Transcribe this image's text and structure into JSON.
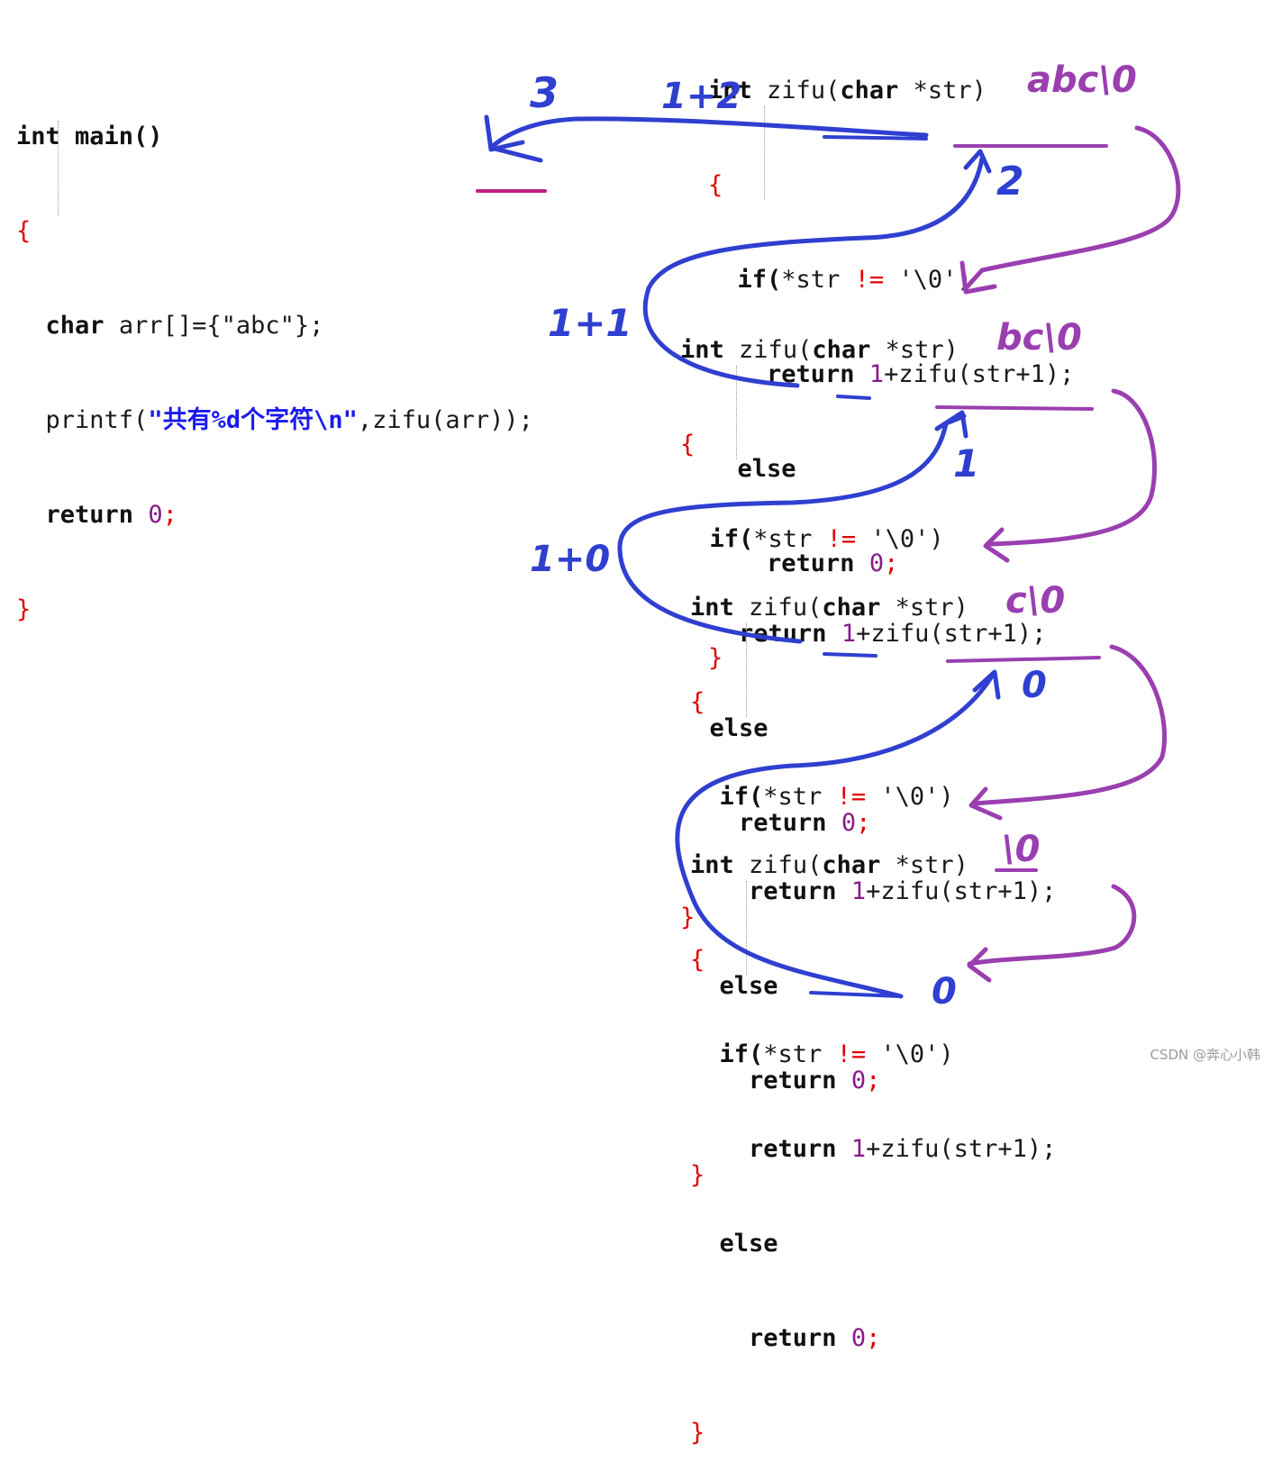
{
  "main_block": {
    "line1": "int main()",
    "line2": "{",
    "line3_kw": "char",
    "line3_rest": "arr[]={\"abc\"};",
    "line4_fn": "printf(",
    "line4_str": "\"共有%d个字符\\n\"",
    "line4_rest": ",zifu(arr));",
    "line5_kw": "return",
    "line5_num": "0",
    "line6": "}"
  },
  "zifu_block": {
    "sig_kw": "int",
    "sig_name": "zifu(",
    "sig_type": "char",
    "sig_param": "*str)",
    "open": "{",
    "if_kw": "if(",
    "if_cond": "*str",
    "if_op": "!=",
    "if_char": "'\\0')",
    "ret_kw": "return",
    "ret_expr_num": "1",
    "ret_expr_rest": "+zifu(str+1);",
    "else_kw": "else",
    "ret0_kw": "return",
    "ret0_num": "0",
    "close": "}"
  },
  "annotations": {
    "call1_string": "abc\\0",
    "call2_string": "bc\\0",
    "call3_string": "c\\0",
    "call4_string": "\\0",
    "call1_sum": "1+2",
    "call1_return_value": "2",
    "main_result": "3",
    "call2_sum": "1+1",
    "call2_return_value": "1",
    "call3_sum": "1+0",
    "call3_return_value": "0",
    "call4_return_value": "0"
  },
  "colors": {
    "keyword": "#111111",
    "punct": "#e00000",
    "string": "#1a1aee",
    "number": "#8a1a8a",
    "ink_blue": "#2f3fd0",
    "ink_purple": "#9a3fb0"
  },
  "watermark": "CSDN @奔心小韩"
}
